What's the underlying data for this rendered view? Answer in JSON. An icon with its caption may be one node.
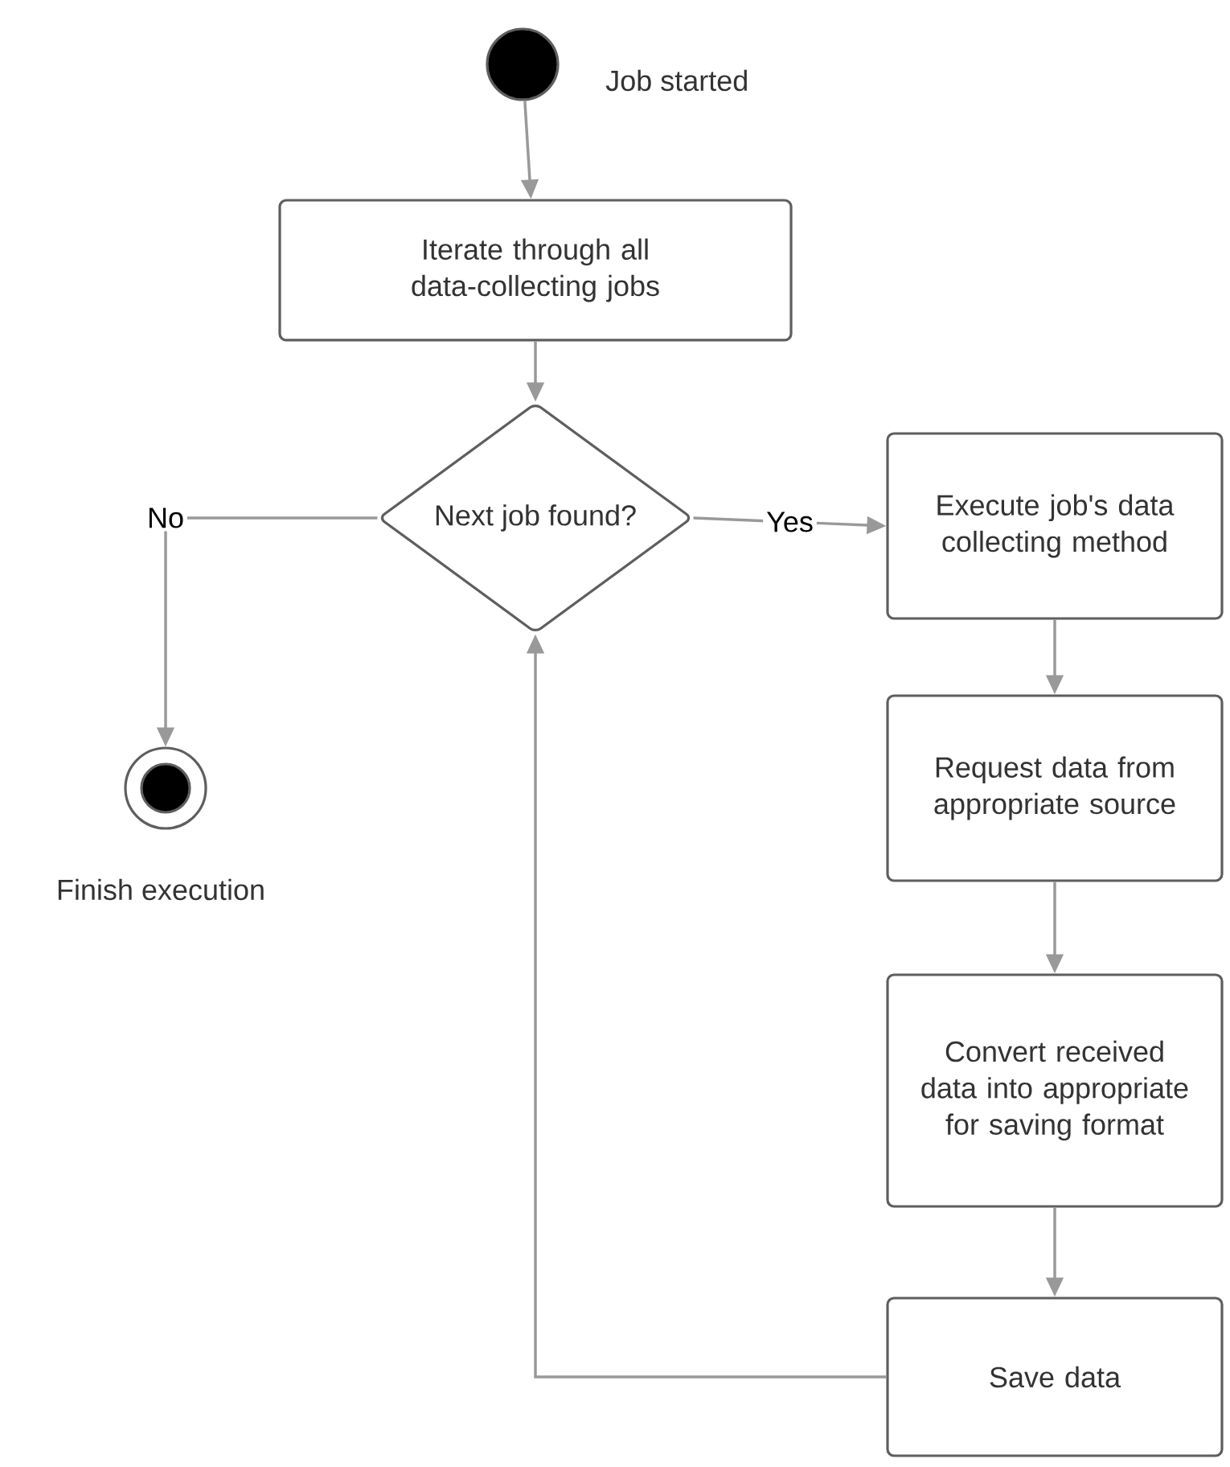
{
  "diagram": {
    "nodes": [
      {
        "text": [],
        "shape": "circle",
        "beside": [
          "Job started"
        ]
      },
      {
        "text": [
          "Iterate through all data-collecting jobs"
        ]
      },
      {
        "text": [
          "Next job found?"
        ]
      },
      {
        "text": [
          "Execute job's data collecting method"
        ]
      },
      {
        "text": [
          "Request data from appropriate source"
        ]
      },
      {
        "text": [
          "Convert received data into appropriate for saving format"
        ]
      },
      {
        "text": [
          "Save data"
        ]
      },
      {
        "text": [],
        "shape": "bullseye",
        "beside": [
          "Finish execution"
        ]
      }
    ],
    "edges": [
      {
        "from": 0,
        "to": 1,
        "arrow": "to"
      },
      {
        "from": 1,
        "to": 2,
        "arrow": "to"
      },
      {
        "from": 2,
        "to": 3,
        "arrow": "to",
        "label": "Yes"
      },
      {
        "from": 2,
        "to": 7,
        "arrow": "to",
        "label": "No"
      },
      {
        "from": 3,
        "to": 4,
        "arrow": "to"
      },
      {
        "from": 4,
        "to": 5,
        "arrow": "to"
      },
      {
        "from": 5,
        "to": 6,
        "arrow": "to"
      },
      {
        "from": 6,
        "to": 2,
        "arrow": "to"
      }
    ]
  }
}
